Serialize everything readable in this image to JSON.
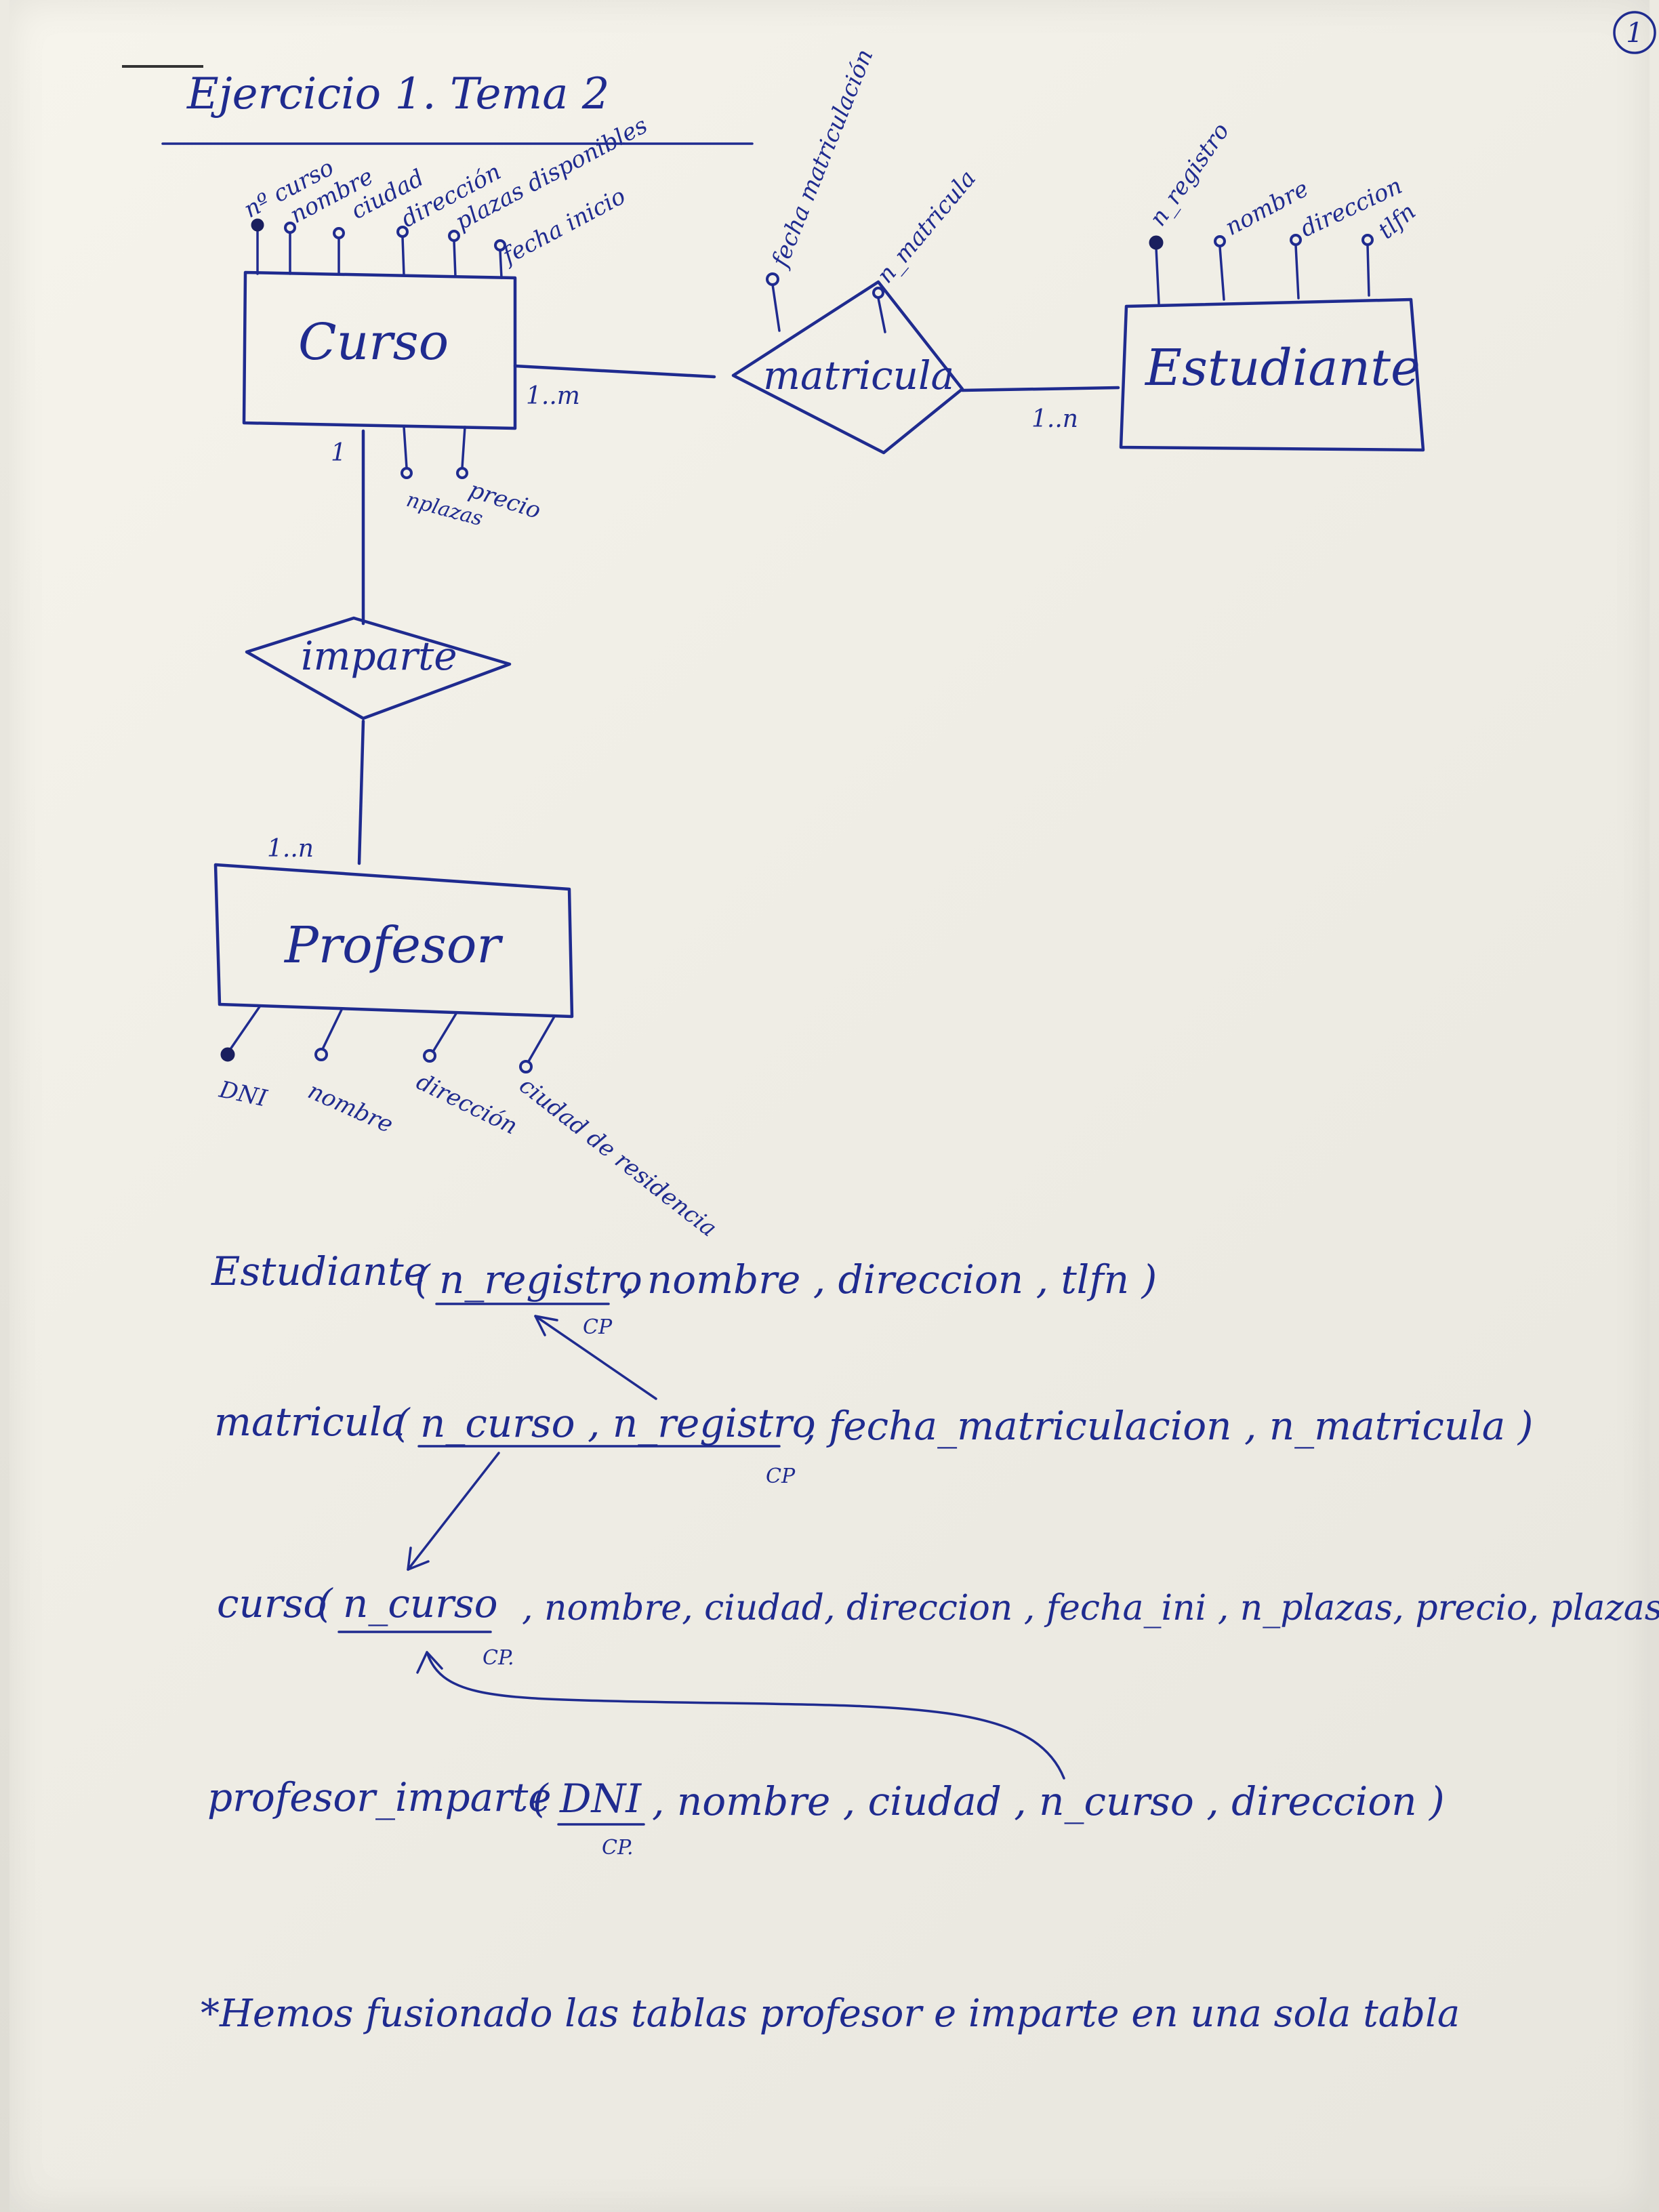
{
  "page": {
    "number": "1",
    "title": "Ejercicio 1. Tema 2"
  },
  "entities": {
    "curso": {
      "label": "Curso",
      "attributes": [
        "nº curso",
        "nombre",
        "ciudad",
        "dirección",
        "plazas disponibles",
        "fecha inicio"
      ],
      "relation_attributes": [
        "nplazas",
        "precio"
      ]
    },
    "estudiante": {
      "label": "Estudiante",
      "attributes": [
        "n_registro",
        "nombre",
        "direccion",
        "tlfn"
      ]
    },
    "profesor": {
      "label": "Profesor",
      "attributes": [
        "DNI",
        "nombre",
        "dirección",
        "ciudad de residencia"
      ]
    }
  },
  "relationships": {
    "matricula": {
      "label": "matricula",
      "attributes": [
        "fecha matriculación",
        "n_matricula"
      ],
      "card_curso": "1..m",
      "card_estudiante": "1..n"
    },
    "imparte": {
      "label": "imparte",
      "card_curso": "1",
      "card_profesor": "1..n"
    }
  },
  "schemas": {
    "estudiante": {
      "name": "Estudiante",
      "open": "(",
      "key": "n_registro",
      "rest": ", nombre , direccion , tlfn )",
      "key_mark": "CP"
    },
    "matricula": {
      "name": "matricula",
      "open": "(",
      "key": "n_curso , n_registro",
      "rest": ", fecha_matriculacion , n_matricula )",
      "key_mark": "CP"
    },
    "curso": {
      "name": "curso",
      "open": "(",
      "key": "n_curso",
      "rest": ", nombre, ciudad, direccion , fecha_ini , n_plazas, precio, plazas_disp )",
      "key_mark": "CP."
    },
    "profesor_imparte": {
      "name": "profesor_imparte",
      "open": "(",
      "key": "DNI",
      "rest": ", nombre , ciudad , n_curso , direccion )",
      "key_mark": "CP."
    }
  },
  "note": "*Hemos fusionado las tablas profesor e imparte en una sola tabla"
}
